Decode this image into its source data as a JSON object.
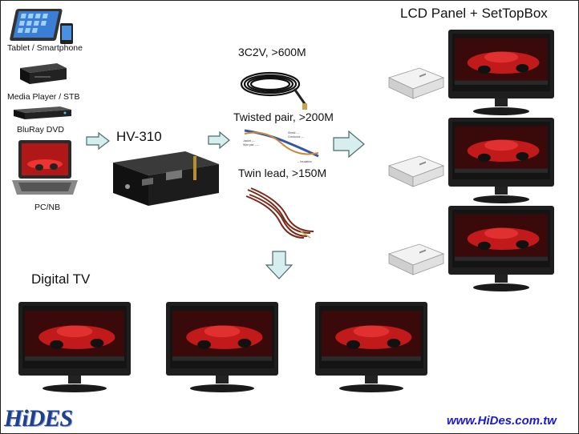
{
  "sources": {
    "tablet": "Tablet  / Smartphone",
    "media_player": "Media Player  / STB",
    "bluray": "BluRay  DVD",
    "pcnb": "PC/NB"
  },
  "device": {
    "name": "HV-310"
  },
  "cables": {
    "coax": "3C2V, >600M",
    "twisted": "Twisted pair, >200M",
    "twin": "Twin lead, >150M"
  },
  "lcd_group": {
    "title": "LCD Panel + SetTopBox"
  },
  "tv_group": {
    "title": "Digital TV"
  },
  "brand": {
    "logo": "HiDES",
    "url": "www.HiDes.com.tw"
  },
  "colors": {
    "arrow_fill": "#d7eeee",
    "arrow_stroke": "#4a6a6a",
    "screen_red": "#b01818",
    "bezel": "#222222",
    "url_blue": "#1a1ad0",
    "logo_blue": "#1f3f8f"
  }
}
